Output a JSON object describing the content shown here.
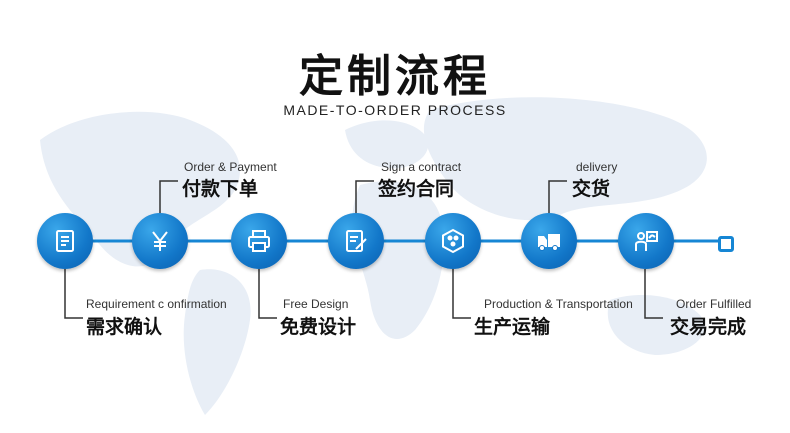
{
  "header": {
    "title": "定制流程",
    "subtitle": "MADE-TO-ORDER PROCESS"
  },
  "colors": {
    "accent": "#1686d4",
    "node_dark": "#0b5fae",
    "connector": "#333333"
  },
  "steps": [
    {
      "en": "Requirement c onfirmation",
      "zh": "需求确认",
      "icon": "document-icon",
      "position": "below"
    },
    {
      "en": "Order & Payment",
      "zh": "付款下单",
      "icon": "yen-icon",
      "position": "above"
    },
    {
      "en": "Free Design",
      "zh": "免费设计",
      "icon": "printer-icon",
      "position": "below"
    },
    {
      "en": "Sign a contract",
      "zh": "签约合同",
      "icon": "contract-sign-icon",
      "position": "above"
    },
    {
      "en": "Production & Transportation",
      "zh": "生产运输",
      "icon": "production-hexagon-icon",
      "position": "below"
    },
    {
      "en": "delivery",
      "zh": "交货",
      "icon": "delivery-truck-icon",
      "position": "above"
    },
    {
      "en": "Order Fulfilled",
      "zh": "交易完成",
      "icon": "presenter-icon",
      "position": "below"
    }
  ]
}
